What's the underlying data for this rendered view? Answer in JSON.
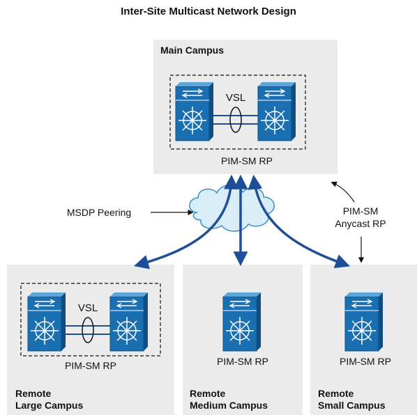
{
  "title": "Inter-Site Multicast Network Design",
  "main": {
    "name": "Main Campus",
    "rp_label": "PIM-SM RP",
    "vsl_label": "VSL"
  },
  "remotes": [
    {
      "name": "Remote\nLarge Campus",
      "rp_label": "PIM-SM RP",
      "vsl_label": "VSL"
    },
    {
      "name": "Remote\nMedium Campus",
      "rp_label": "PIM-SM RP"
    },
    {
      "name": "Remote\nSmall Campus",
      "rp_label": "PIM-SM RP"
    }
  ],
  "annotations": {
    "msdp": "MSDP Peering",
    "anycast_line1": "PIM-SM",
    "anycast_line2": "Anycast RP"
  },
  "colors": {
    "link": "#1e4e98",
    "switch": "#1a6fb0",
    "box": "#ebebeb",
    "cloud": "#d9edf7"
  }
}
